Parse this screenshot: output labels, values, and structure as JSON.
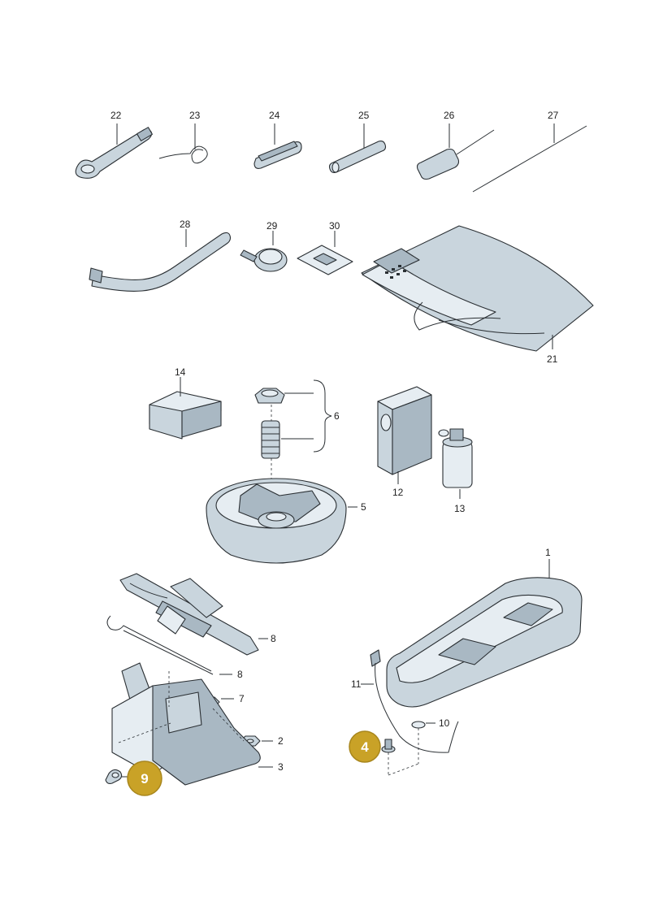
{
  "parts": [
    {
      "id": "p22",
      "label": "22"
    },
    {
      "id": "p23",
      "label": "23"
    },
    {
      "id": "p24",
      "label": "24"
    },
    {
      "id": "p25",
      "label": "25"
    },
    {
      "id": "p26",
      "label": "26"
    },
    {
      "id": "p27",
      "label": "27"
    },
    {
      "id": "p28",
      "label": "28"
    },
    {
      "id": "p29",
      "label": "29"
    },
    {
      "id": "p30",
      "label": "30"
    },
    {
      "id": "p21",
      "label": "21"
    },
    {
      "id": "p14",
      "label": "14"
    },
    {
      "id": "p6",
      "label": "6"
    },
    {
      "id": "p12",
      "label": "12"
    },
    {
      "id": "p13",
      "label": "13"
    },
    {
      "id": "p5",
      "label": "5"
    },
    {
      "id": "p1",
      "label": "1"
    },
    {
      "id": "p11",
      "label": "11"
    },
    {
      "id": "p10",
      "label": "10"
    },
    {
      "id": "p8a",
      "label": "8"
    },
    {
      "id": "p8b",
      "label": "8"
    },
    {
      "id": "p7",
      "label": "7"
    },
    {
      "id": "p2",
      "label": "2"
    },
    {
      "id": "p3",
      "label": "3"
    }
  ],
  "highlights": [
    {
      "id": "h4",
      "label": "4",
      "color": "#c9a227"
    },
    {
      "id": "h9",
      "label": "9",
      "color": "#c9a227"
    }
  ]
}
